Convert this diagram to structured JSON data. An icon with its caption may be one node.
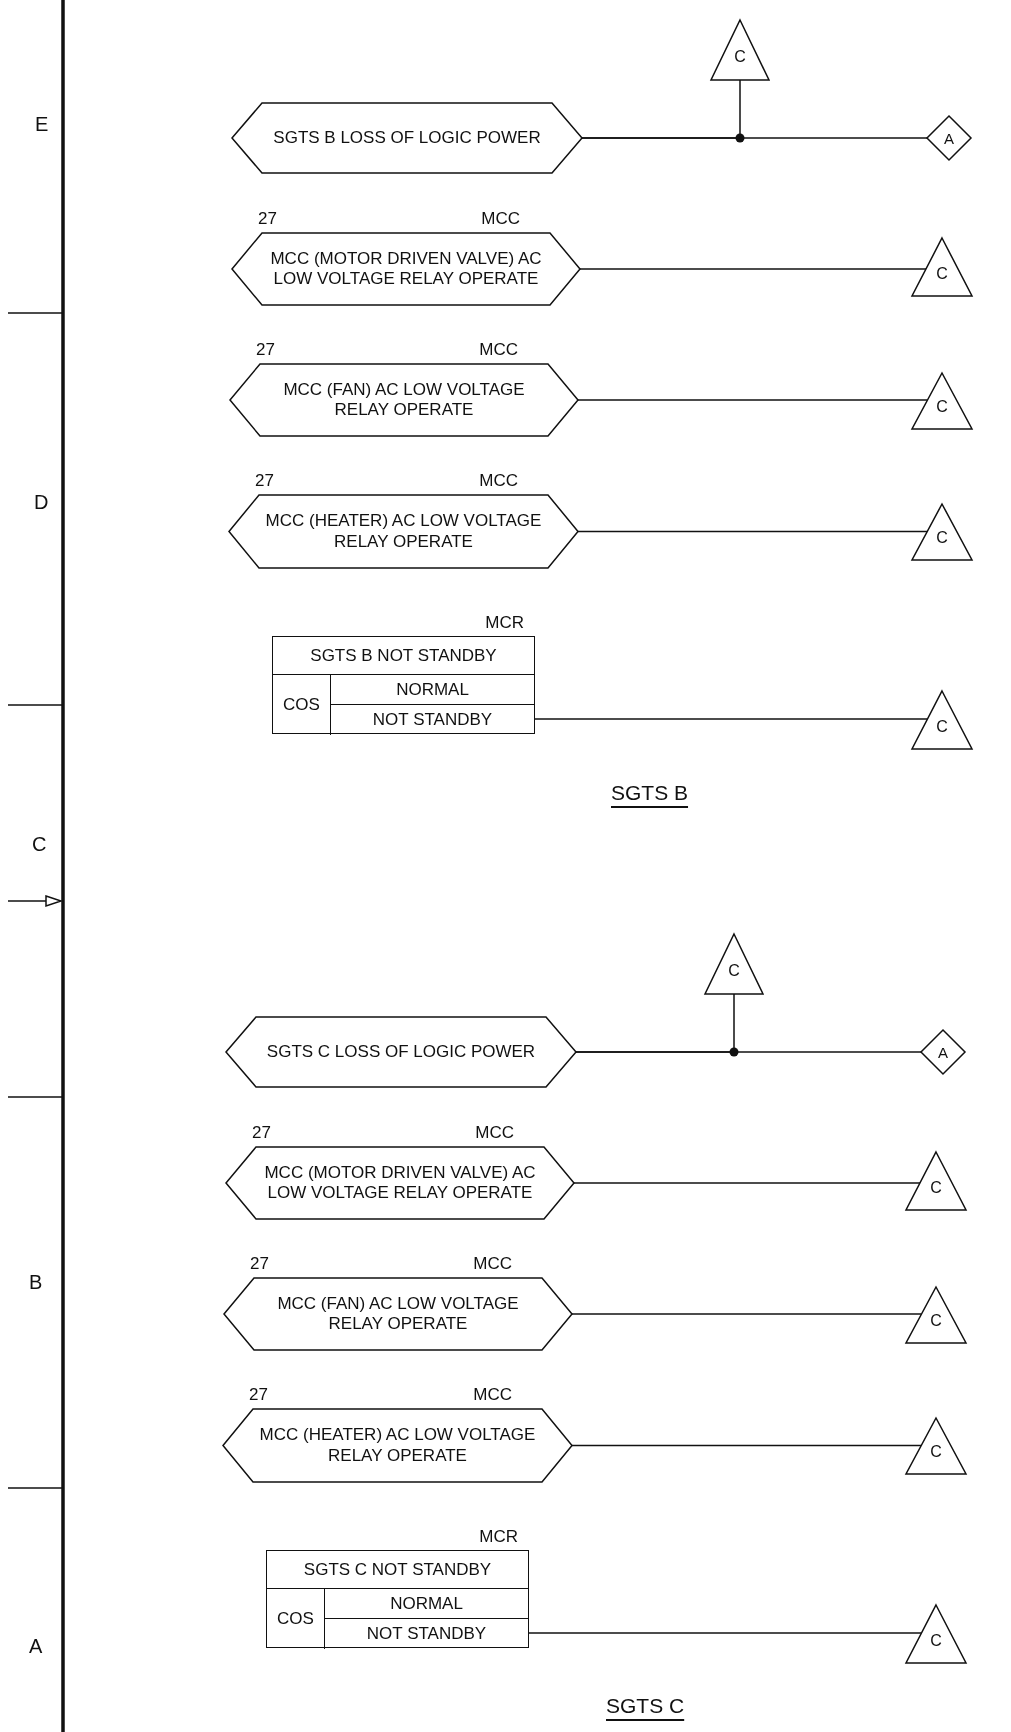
{
  "diagram": {
    "nodes": [
      {
        "text": [
          "C"
        ]
      },
      {
        "text": [
          "SGTS B LOSS OF LOGIC POWER"
        ]
      },
      {
        "text": [
          "A"
        ]
      },
      {
        "text": [
          "MCC (MOTOR DRIVEN VALVE) AC LOW VOLTAGE RELAY OPERATE"
        ],
        "beside": [
          "27",
          "MCC"
        ]
      },
      {
        "text": [
          "C"
        ]
      },
      {
        "text": [
          "MCC (FAN) AC LOW VOLTAGE RELAY OPERATE"
        ],
        "beside": [
          "27",
          "MCC"
        ]
      },
      {
        "text": [
          "C"
        ]
      },
      {
        "text": [
          "MCC (HEATER) AC LOW VOLTAGE RELAY OPERATE"
        ],
        "beside": [
          "27",
          "MCC"
        ]
      },
      {
        "text": [
          "C"
        ]
      },
      {
        "text": [
          "SGTS B NOT STANDBY",
          "COS",
          "NORMAL",
          "NOT STANDBY"
        ],
        "beside": [
          "MCR"
        ]
      },
      {
        "text": [
          "C"
        ]
      },
      {
        "text": [
          "C"
        ]
      },
      {
        "text": [
          "SGTS C LOSS OF LOGIC POWER"
        ]
      },
      {
        "text": [
          "A"
        ]
      },
      {
        "text": [
          "MCC (MOTOR DRIVEN VALVE) AC LOW VOLTAGE RELAY OPERATE"
        ],
        "beside": [
          "27",
          "MCC"
        ]
      },
      {
        "text": [
          "C"
        ]
      },
      {
        "text": [
          "MCC (FAN) AC LOW VOLTAGE RELAY OPERATE"
        ],
        "beside": [
          "27",
          "MCC"
        ]
      },
      {
        "text": [
          "C"
        ]
      },
      {
        "text": [
          "MCC (HEATER) AC LOW VOLTAGE RELAY OPERATE"
        ],
        "beside": [
          "27",
          "MCC"
        ]
      },
      {
        "text": [
          "C"
        ]
      },
      {
        "text": [
          "SGTS C NOT STANDBY",
          "COS",
          "NORMAL",
          "NOT STANDBY"
        ],
        "beside": [
          "MCR"
        ]
      },
      {
        "text": [
          "C"
        ]
      }
    ],
    "edges": [
      {
        "from": 1,
        "to": 0,
        "arrow": "none"
      },
      {
        "from": 1,
        "to": 2,
        "arrow": "none"
      },
      {
        "from": 3,
        "to": 4,
        "arrow": "none"
      },
      {
        "from": 5,
        "to": 6,
        "arrow": "none"
      },
      {
        "from": 7,
        "to": 8,
        "arrow": "none"
      },
      {
        "from": 9,
        "to": 10,
        "arrow": "none"
      },
      {
        "from": 12,
        "to": 11,
        "arrow": "none"
      },
      {
        "from": 12,
        "to": 13,
        "arrow": "none"
      },
      {
        "from": 14,
        "to": 15,
        "arrow": "none"
      },
      {
        "from": 16,
        "to": 17,
        "arrow": "none"
      },
      {
        "from": 18,
        "to": 19,
        "arrow": "none"
      },
      {
        "from": 20,
        "to": 21,
        "arrow": "none"
      }
    ],
    "labels": [
      "E",
      "D",
      "SGTS B",
      "C",
      "B",
      "A",
      "SGTS C"
    ]
  }
}
